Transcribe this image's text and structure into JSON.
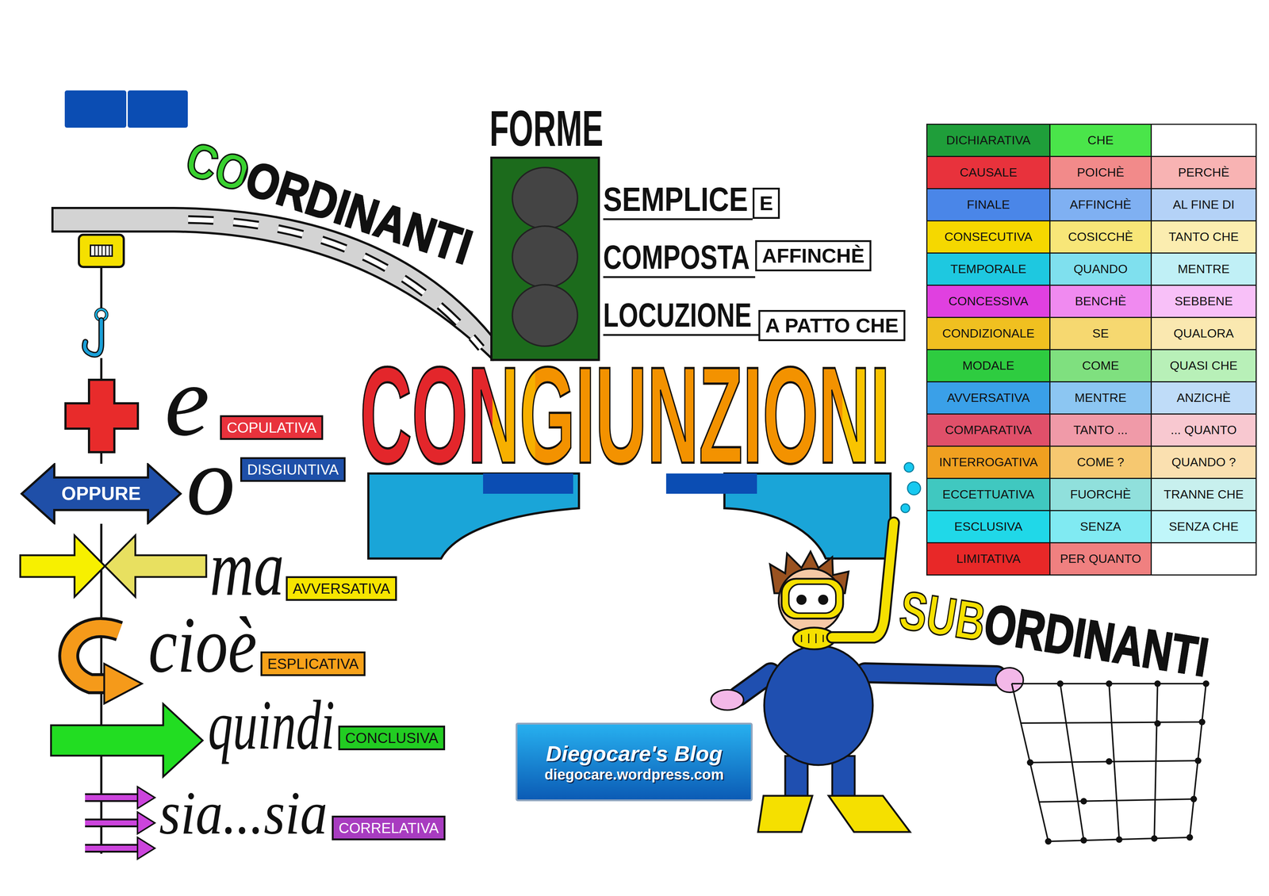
{
  "diagram": {
    "title": "CONGIUNZIONI",
    "nodes": [
      {
        "text": [
          "E"
        ]
      },
      {
        "text": [
          "AFFINCHÈ"
        ]
      },
      {
        "text": [
          "A PATTO CHE"
        ]
      },
      {
        "text": [
          "COPULATIVA"
        ]
      },
      {
        "text": [
          "OPPURE"
        ]
      },
      {
        "text": [
          "DISGIUNTIVA"
        ]
      },
      {
        "text": [
          "AVVERSATIVA"
        ]
      },
      {
        "text": [
          "ESPLICATIVA"
        ]
      },
      {
        "text": [
          "CONCLUSIVA"
        ]
      },
      {
        "text": [
          "CORRELATIVA"
        ]
      },
      {
        "text": [
          "Diegocare's Blog",
          "diegocare.wordpress.com"
        ]
      }
    ],
    "labels": [
      "COORDINANTI",
      "FORME",
      "SEMPLICE",
      "COMPOSTA",
      "LOCUZIONE",
      "e",
      "o",
      "ma",
      "cioè",
      "quindi",
      "sia...sia",
      "SUBORDINANTI",
      "DICHIARATIVA",
      "CHE",
      "CAUSALE",
      "POICHÈ",
      "PERCHÈ",
      "FINALE",
      "AFFINCHÈ",
      "AL FINE DI",
      "CONSECUTIVA",
      "COSICCHÈ",
      "TANTO CHE",
      "TEMPORALE",
      "QUANDO",
      "MENTRE",
      "CONCESSIVA",
      "BENCHÈ",
      "SEBBENE",
      "CONDIZIONALE",
      "SE",
      "QUALORA",
      "MODALE",
      "COME",
      "QUASI CHE",
      "AVVERSATIVA",
      "MENTRE",
      "ANZICHÈ",
      "COMPARATIVA",
      "TANTO ...",
      "... QUANTO",
      "INTERROGATIVA",
      "COME ?",
      "QUANDO ?",
      "ECCETTUATIVA",
      "FUORCHÈ",
      "TRANNE CHE",
      "ESCLUSIVA",
      "SENZA",
      "SENZA CHE",
      "LIMITATIVA",
      "PER QUANTO"
    ]
  }
}
